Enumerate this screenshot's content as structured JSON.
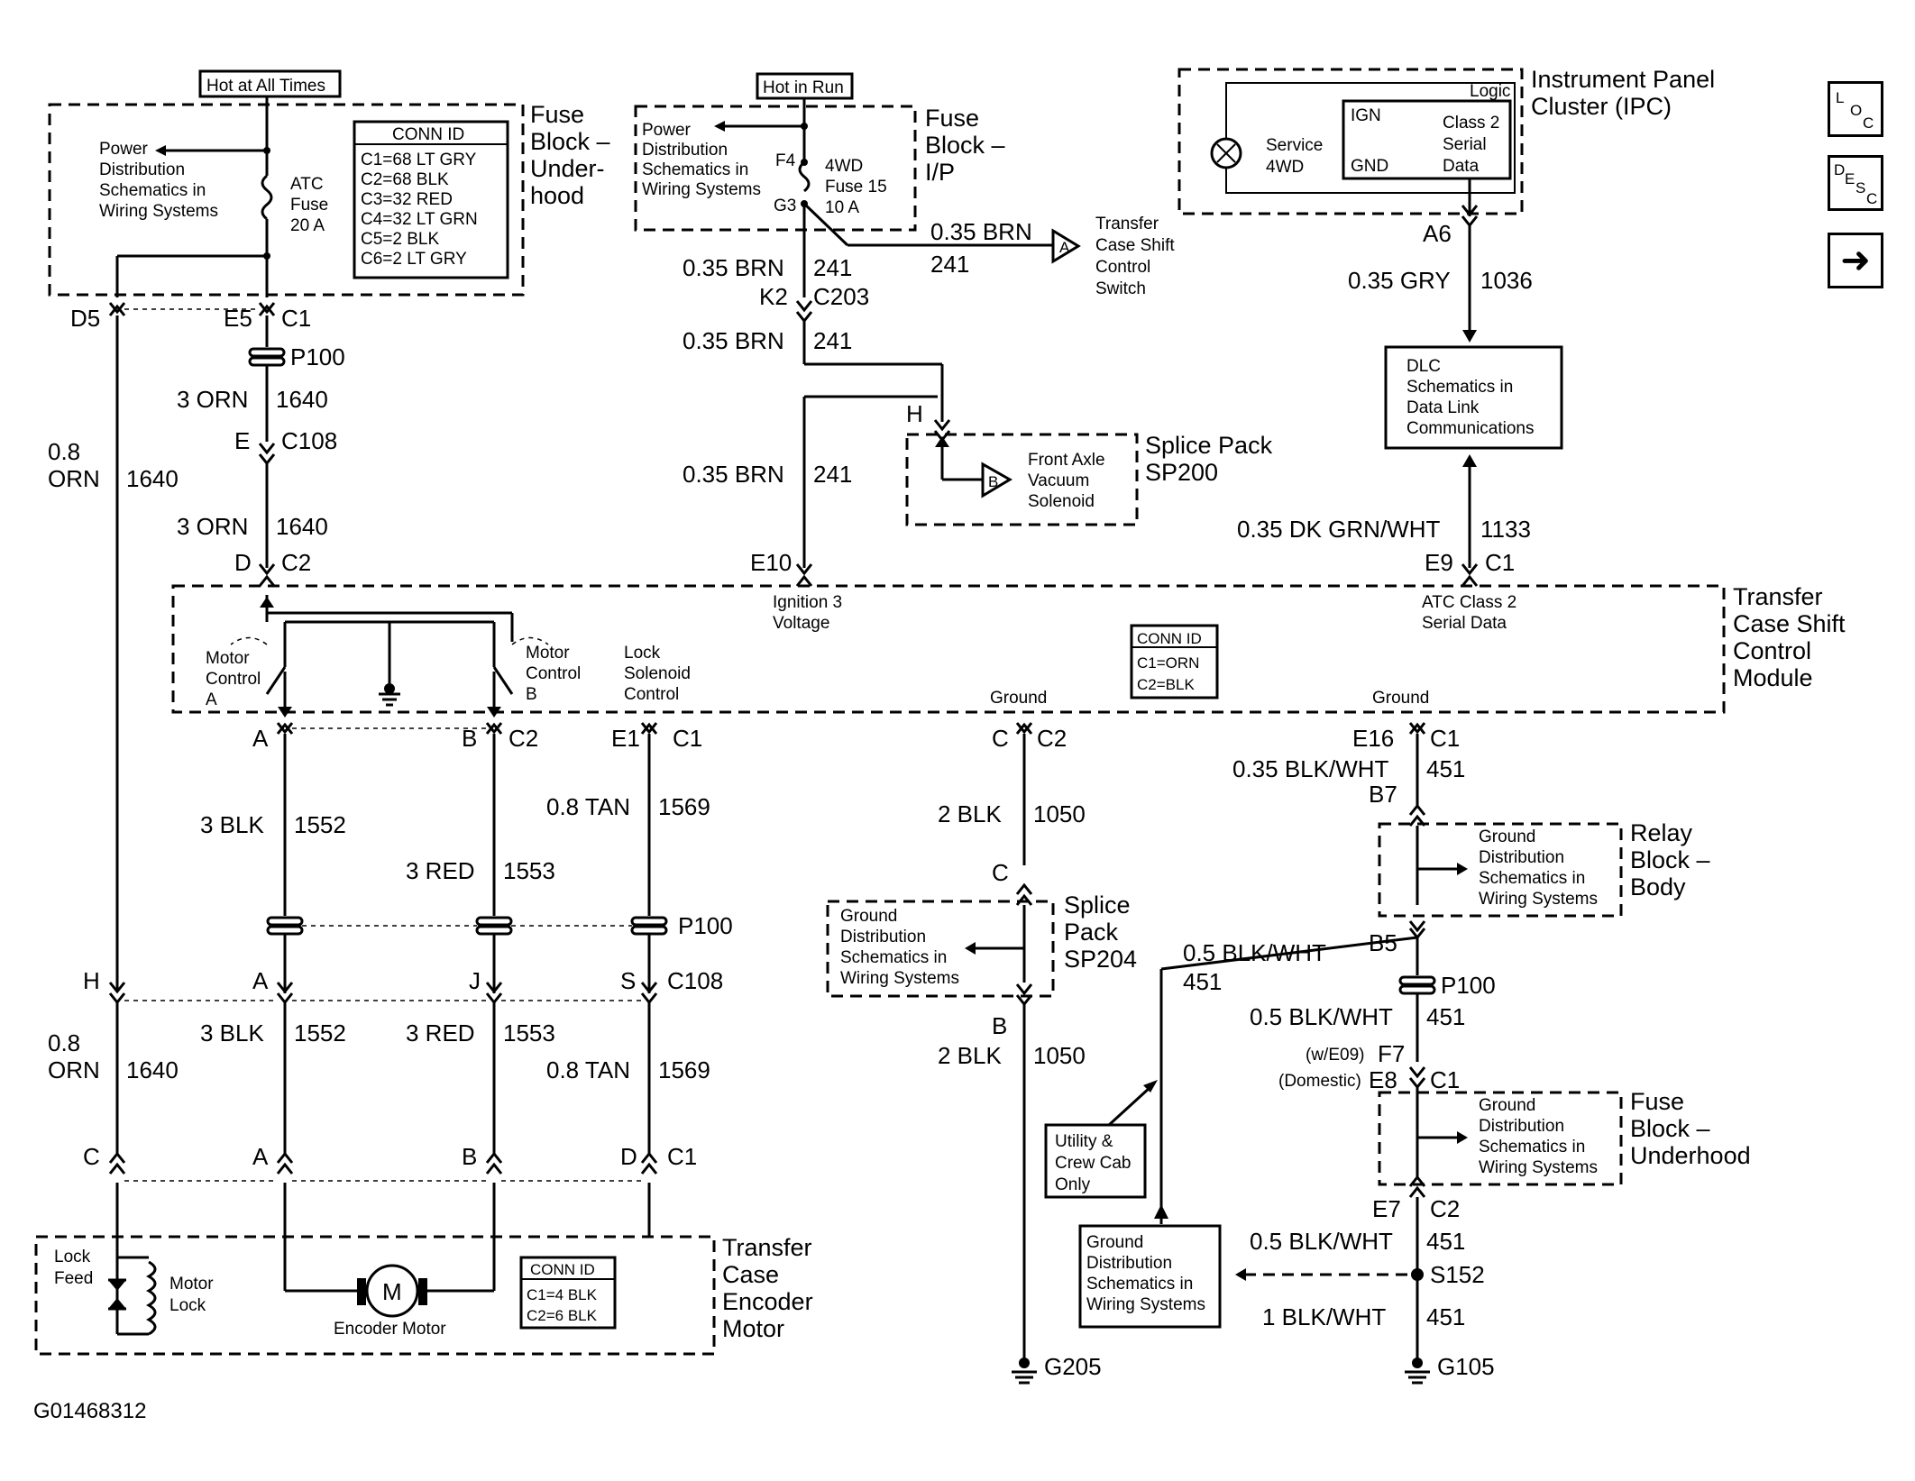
{
  "figure_id": "G01468312",
  "nav": {
    "loc": [
      "L",
      "O",
      "C"
    ],
    "desc": [
      "D",
      "E",
      "S",
      "C"
    ],
    "arrow": "➜"
  },
  "labels": {
    "hot_all_times": "Hot at All Times",
    "hot_in_run": "Hot in Run",
    "fuse_block_underhood_l1": "Fuse",
    "fuse_block_underhood_l2": "Block –",
    "fuse_block_underhood_l3": "Under-",
    "fuse_block_underhood_l4": "hood",
    "power_dist_l1": "Power",
    "power_dist_l2": "Distribution",
    "power_dist_l3": "Schematics in",
    "power_dist_l4": "Wiring Systems",
    "atc_fuse_l1": "ATC",
    "atc_fuse_l2": "Fuse",
    "atc_fuse_l3": "20 A",
    "conn_id": "CONN ID",
    "conn_underhood": [
      "C1=68 LT GRY",
      "C2=68 BLK",
      "C3=32 RED",
      "C4=32 LT GRN",
      "C5=2 BLK",
      "C6=2 LT GRY"
    ],
    "fuse_block_ip_l1": "Fuse",
    "fuse_block_ip_l2": "Block –",
    "fuse_block_ip_l3": "I/P",
    "f4": "F4",
    "g3": "G3",
    "fuse15_l1": "4WD",
    "fuse15_l2": "Fuse 15",
    "fuse15_l3": "10 A",
    "ipc_l1": "Instrument Panel",
    "ipc_l2": "Cluster (IPC)",
    "logic": "Logic",
    "ign": "IGN",
    "gnd": "GND",
    "class2_l1": "Class 2",
    "class2_l2": "Serial",
    "class2_l3": "Data",
    "service_l1": "Service",
    "service_l2": "4WD",
    "a6": "A6",
    "w035gry": "0.35 GRY",
    "c1036": "1036",
    "dlc_l1": "DLC",
    "dlc_l2": "Schematics in",
    "dlc_l3": "Data Link",
    "dlc_l4": "Communications",
    "w035brn": "0.35 BRN",
    "c241": "241",
    "k2": "K2",
    "c203": "C203",
    "tcsc_l1": "Transfer",
    "tcsc_l2": "Case Shift",
    "tcsc_l3": "Control",
    "tcsc_l4": "Switch",
    "conn_a": "A",
    "conn_b": "B",
    "h": "H",
    "splice_sp200_l1": "Splice Pack",
    "splice_sp200_l2": "SP200",
    "faxle_l1": "Front Axle",
    "faxle_l2": "Vacuum",
    "faxle_l3": "Solenoid",
    "w035dkgrn": "0.35 DK GRN/WHT",
    "c1133": "1133",
    "e10": "E10",
    "e9": "E9",
    "c1": "C1",
    "c2": "C2",
    "ign3_l1": "Ignition 3",
    "ign3_l2": "Voltage",
    "atc2_l1": "ATC Class 2",
    "atc2_l2": "Serial Data",
    "tcsm_l1": "Transfer",
    "tcsm_l2": "Case Shift",
    "tcsm_l3": "Control",
    "tcsm_l4": "Module",
    "conn_tcsm": [
      "C1=ORN",
      "C2=BLK"
    ],
    "motor_ctrl_a_l1": "Motor",
    "motor_ctrl_a_l2": "Control",
    "motor_ctrl_a_l3": "A",
    "motor_ctrl_b_l1": "Motor",
    "motor_ctrl_b_l2": "Control",
    "motor_ctrl_b_l3": "B",
    "lock_sol_l1": "Lock",
    "lock_sol_l2": "Solenoid",
    "lock_sol_l3": "Control",
    "ground": "Ground",
    "d5": "D5",
    "e5": "E5",
    "p100": "P100",
    "w3orn": "3 ORN",
    "c1640": "1640",
    "e": "E",
    "c108": "C108",
    "d": "D",
    "w08": "0.8",
    "orn": "ORN",
    "a": "A",
    "b": "B",
    "e1": "E1",
    "c": "C",
    "w3blk": "3 BLK",
    "c1552": "1552",
    "w3red": "3 RED",
    "c1553": "1553",
    "w08tan": "0.8 TAN",
    "c1569": "1569",
    "w2blk": "2 BLK",
    "c1050": "1050",
    "e16": "E16",
    "w035blkwht": "0.35 BLK/WHT",
    "c451": "451",
    "b7": "B7",
    "ground_dist_l1": "Ground",
    "ground_dist_l2": "Distribution",
    "ground_dist_l3": "Schematics in",
    "ground_dist_l4": "Wiring Systems",
    "relay_l1": "Relay",
    "relay_l2": "Block –",
    "relay_l3": "Body",
    "splice_sp204_l1": "Splice",
    "splice_sp204_l2": "Pack",
    "splice_sp204_l3": "SP204",
    "b5": "B5",
    "w05blkwht": "0.5 BLK/WHT",
    "we09": "(w/E09)",
    "f7": "F7",
    "domestic": "(Domestic)",
    "e8": "E8",
    "fbu_l1": "Fuse",
    "fbu_l2": "Block –",
    "fbu_l3": "Underhood",
    "utility_l1": "Utility &",
    "utility_l2": "Crew Cab",
    "utility_l3": "Only",
    "e7": "E7",
    "s152": "S152",
    "w1blkwht": "1 BLK/WHT",
    "g205": "G205",
    "g105": "G105",
    "j": "J",
    "s": "S",
    "lock_feed_l1": "Lock",
    "lock_feed_l2": "Feed",
    "motor_lock_l1": "Motor",
    "motor_lock_l2": "Lock",
    "m": "M",
    "encoder_motor": "Encoder Motor",
    "conn_encoder": [
      "C1=4 BLK",
      "C2=6 BLK"
    ],
    "tcem_l1": "Transfer",
    "tcem_l2": "Case",
    "tcem_l3": "Encoder",
    "tcem_l4": "Motor"
  }
}
